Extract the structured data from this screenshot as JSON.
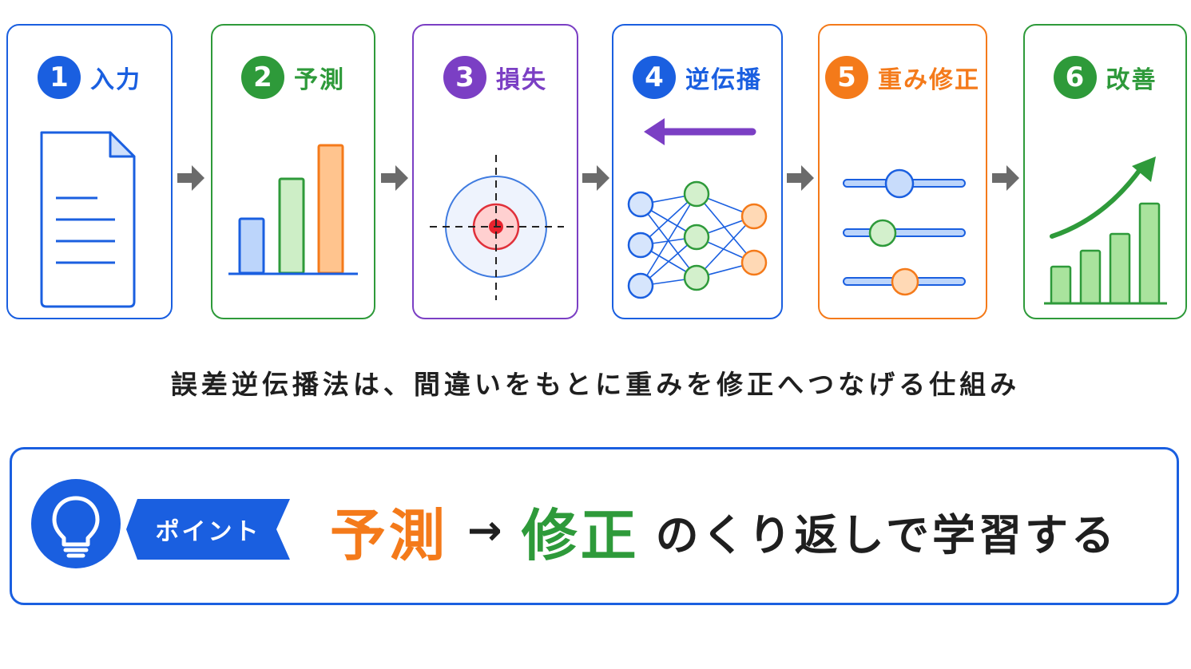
{
  "steps": [
    {
      "num": "1",
      "title": "入力",
      "color": "#1a5fe0"
    },
    {
      "num": "2",
      "title": "予測",
      "color": "#2e9a3a"
    },
    {
      "num": "3",
      "title": "損失",
      "color": "#7b3fc4"
    },
    {
      "num": "4",
      "title": "逆伝播",
      "color": "#1a5fe0"
    },
    {
      "num": "5",
      "title": "重み修正",
      "color": "#f47a1a"
    },
    {
      "num": "6",
      "title": "改善",
      "color": "#2e9a3a"
    }
  ],
  "caption": "誤差逆伝播法は、間違いをもとに重みを修正へつなげる仕組み",
  "point": {
    "badge": "ポイント",
    "word1": "予測",
    "arrow": "→",
    "word2": "修正",
    "rest": "のくり返しで学習する",
    "color1": "#f47a1a",
    "color2": "#2e9a3a",
    "accent": "#1a5fe0"
  },
  "icons": [
    "document-icon",
    "bar-chart-icon",
    "target-icon",
    "neural-network-icon",
    "sliders-icon",
    "growth-chart-icon",
    "lightbulb-icon"
  ]
}
